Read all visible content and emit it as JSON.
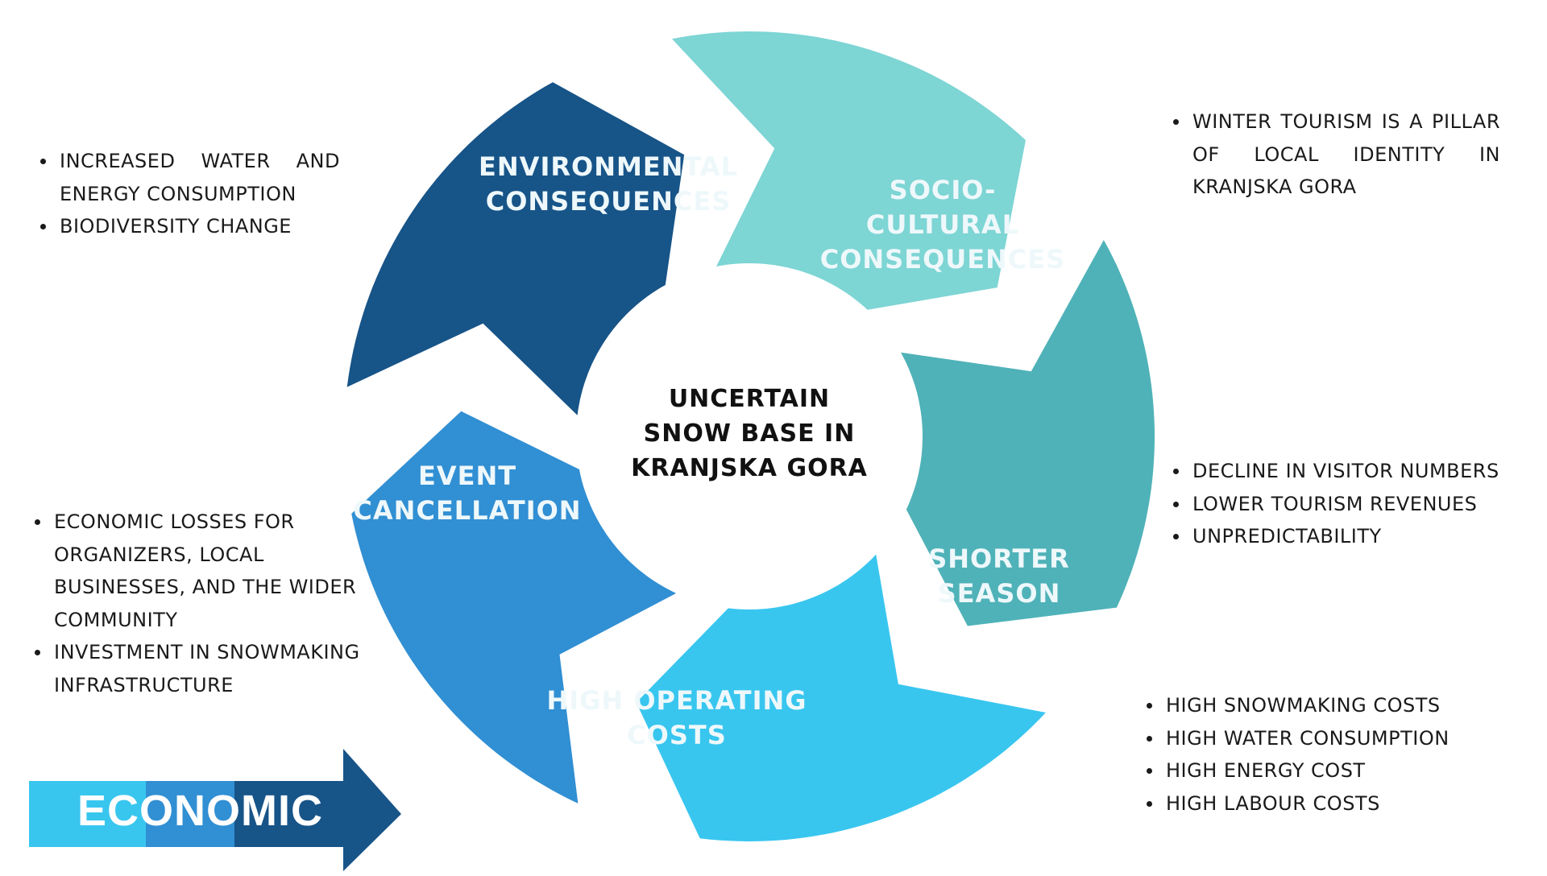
{
  "center": {
    "text": "UNCERTAIN\nSNOW BASE IN\nKRANJSKA GORA"
  },
  "segments": [
    {
      "key": "environmental",
      "label": "ENVIRONMENTAL\nCONSEQUENCES",
      "color": "#7dd5d4"
    },
    {
      "key": "sociocultural",
      "label": "SOCIO-\nCULTURAL\nCONSEQUENCES",
      "color": "#4fb2b8"
    },
    {
      "key": "shorter_season",
      "label": "SHORTER\nSEASON",
      "color": "#38c6ef"
    },
    {
      "key": "high_operating_costs",
      "label": "HIGH OPERATING\nCOSTS",
      "color": "#318fd3"
    },
    {
      "key": "event_cancellation",
      "label": "EVENT\nCANCELLATION",
      "color": "#175488"
    }
  ],
  "notes": {
    "environmental": [
      "INCREASED  WATER  AND ENERGY CONSUMPTION",
      "BIODIVERSITY CHANGE"
    ],
    "sociocultural": [
      "WINTER  TOURISM  IS  A PILLAR OF LOCAL IDENTITY IN KRANJSKA GORA"
    ],
    "shorter_season": [
      "DECLINE IN VISITOR NUMBERS",
      "LOWER TOURISM REVENUES",
      "UNPREDICTABILITY"
    ],
    "high_operating_costs": [
      "HIGH SNOWMAKING COSTS",
      "HIGH WATER CONSUMPTION",
      "HIGH ENERGY COST",
      "HIGH LABOUR COSTS"
    ],
    "event_cancellation": [
      "ECONOMIC LOSSES FOR ORGANIZERS, LOCAL BUSINESSES, AND THE WIDER COMMUNITY",
      "INVESTMENT IN SNOWMAKING INFRASTRUCTURE"
    ]
  },
  "banner": {
    "label": "ECONOMIC",
    "colors": [
      "#38c6ef",
      "#318fd3",
      "#175488"
    ]
  }
}
